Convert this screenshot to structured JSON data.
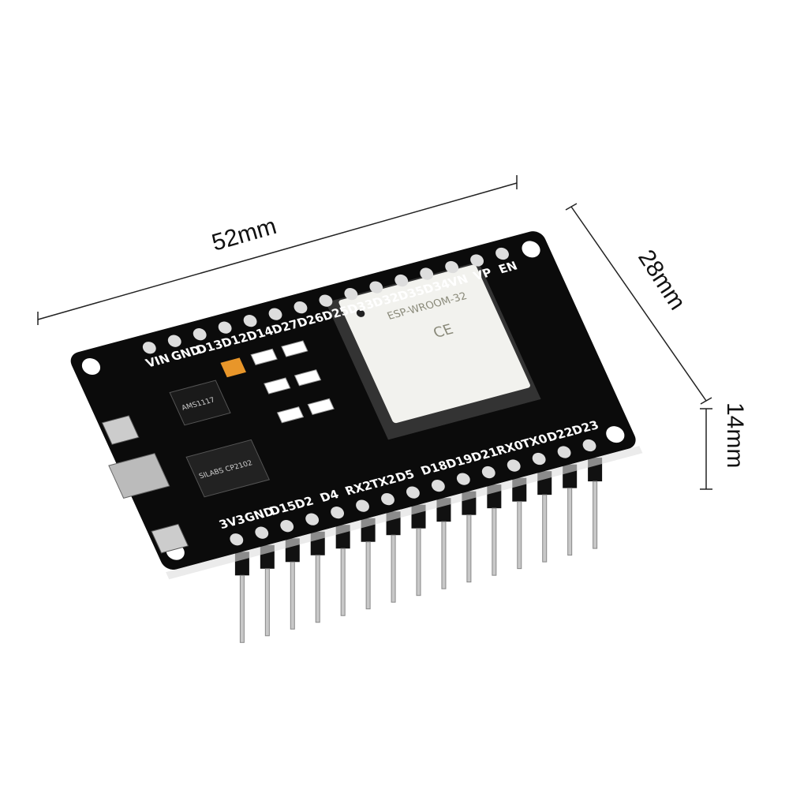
{
  "dimensions": {
    "length": "52mm",
    "width": "28mm",
    "height": "14mm"
  },
  "board": {
    "top_pins": [
      "VIN",
      "GND",
      "D13",
      "D12",
      "D14",
      "D27",
      "D26",
      "D25",
      "D33",
      "D32",
      "D35",
      "D34",
      "VN",
      "VP",
      "EN"
    ],
    "bottom_pins": [
      "3V3",
      "GND",
      "D15",
      "D2",
      "D4",
      "RX2",
      "TX2",
      "D5",
      "D18",
      "D19",
      "D21",
      "RX0",
      "TX0",
      "D22",
      "D23"
    ],
    "module_label": "ESP-WROOM-32",
    "module_mark": "CE",
    "usb_chip": "SILABS CP2102",
    "regulator": "AMS1117"
  },
  "colors": {
    "pcb": "#0b0b0b",
    "module": "#f2f2ee",
    "silkscreen": "#ffffff",
    "capacitor": "#e8962a"
  }
}
